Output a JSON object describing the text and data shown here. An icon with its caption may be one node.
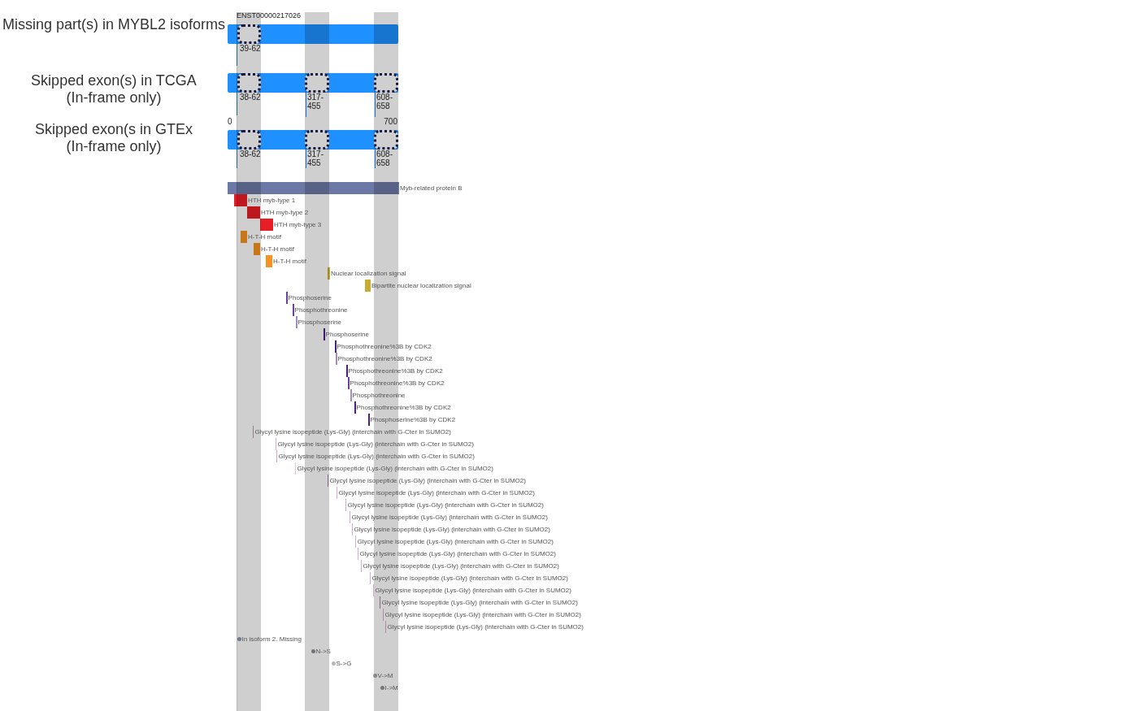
{
  "diagram": {
    "nodes": [
      {
        "text": [
          "Missing part(s) in MYBL2 isoforms"
        ]
      },
      {
        "text": [],
        "shape": "box",
        "in": 0,
        "beside": [
          "39-62"
        ]
      },
      {
        "text": [
          "Skipped exon(s) in TCGA (In-frame only)"
        ]
      },
      {
        "text": [],
        "shape": "box",
        "in": 2,
        "beside": [
          "38-62"
        ]
      },
      {
        "text": [],
        "shape": "box",
        "in": 2,
        "beside": [
          "317- 455"
        ]
      },
      {
        "text": [],
        "shape": "box",
        "in": 2,
        "beside": [
          "608- 658"
        ]
      },
      {
        "text": [
          "Skipped exon(s in GTEx (In-frame only)"
        ]
      },
      {
        "text": [],
        "shape": "box",
        "in": 6,
        "beside": [
          "38-62"
        ]
      },
      {
        "text": [],
        "shape": "box",
        "in": 6,
        "beside": [
          "317- 455"
        ]
      },
      {
        "text": [],
        "shape": "box",
        "in": 6,
        "beside": [
          "608- 658"
        ]
      },
      {
        "text": [],
        "shape": "bar",
        "beside": [
          "Myb-related protein B"
        ]
      },
      {
        "text": [],
        "shape": "bar",
        "beside": [
          "HTH myb-type 1"
        ]
      },
      {
        "text": [],
        "shape": "bar",
        "beside": [
          "HTH myb-type 2"
        ]
      },
      {
        "text": [],
        "shape": "bar",
        "beside": [
          "HTH myb-type 3"
        ]
      },
      {
        "text": [],
        "shape": "bar",
        "beside": [
          "H-T-H motif"
        ]
      },
      {
        "text": [],
        "shape": "bar",
        "beside": [
          "H-T-H motif"
        ]
      },
      {
        "text": [],
        "shape": "bar",
        "beside": [
          "H-T-H motif"
        ]
      },
      {
        "text": [],
        "shape": "bar",
        "beside": [
          "Nuclear localization signal"
        ]
      },
      {
        "text": [],
        "shape": "bar",
        "beside": [
          "Bipartite nuclear localization signal"
        ]
      },
      {
        "text": [],
        "shape": "bar",
        "beside": [
          "Phosphoserine"
        ]
      },
      {
        "text": [],
        "shape": "bar",
        "beside": [
          "Phosphothreonine"
        ]
      },
      {
        "text": [],
        "shape": "bar",
        "beside": [
          "Phosphoserine"
        ]
      },
      {
        "text": [],
        "shape": "bar",
        "beside": [
          "Phosphoserine"
        ]
      },
      {
        "text": [],
        "shape": "bar",
        "beside": [
          "Phosphothreonine%3B by CDK2"
        ]
      },
      {
        "text": [],
        "shape": "bar",
        "beside": [
          "Phosphothreonine%3B by CDK2"
        ]
      },
      {
        "text": [],
        "shape": "bar",
        "beside": [
          "Phosphothreonine%3B by CDK2"
        ]
      },
      {
        "text": [],
        "shape": "bar",
        "beside": [
          "Phosphothreonine%3B by CDK2"
        ]
      },
      {
        "text": [],
        "shape": "bar",
        "beside": [
          "Phosphothreonine"
        ]
      },
      {
        "text": [],
        "shape": "bar",
        "beside": [
          "Phosphothreonine%3B by CDK2"
        ]
      },
      {
        "text": [],
        "shape": "bar",
        "beside": [
          "Phosphoserine%3B by CDK2"
        ]
      },
      {
        "text": [],
        "shape": "bar",
        "beside": [
          "Glycyl lysine isopeptide (Lys-Gly) (interchain with G-Cter in SUMO2)"
        ]
      },
      {
        "text": [],
        "shape": "bar",
        "beside": [
          "Glycyl lysine isopeptide (Lys-Gly) (interchain with G-Cter in SUMO2)"
        ]
      },
      {
        "text": [],
        "shape": "bar",
        "beside": [
          "Glycyl lysine isopeptide (Lys-Gly) (interchain with G-Cter in SUMO2)"
        ]
      },
      {
        "text": [],
        "shape": "bar",
        "beside": [
          "Glycyl lysine isopeptide (Lys-Gly) (interchain with G-Cter in SUMO2)"
        ]
      },
      {
        "text": [],
        "shape": "bar",
        "beside": [
          "Glycyl lysine isopeptide (Lys-Gly) (interchain with G-Cter in SUMO2)"
        ]
      },
      {
        "text": [],
        "shape": "bar",
        "beside": [
          "Glycyl lysine isopeptide (Lys-Gly) (interchain with G-Cter in SUMO2)"
        ]
      },
      {
        "text": [],
        "shape": "bar",
        "beside": [
          "Glycyl lysine isopeptide (Lys-Gly) (interchain with G-Cter in SUMO2)"
        ]
      },
      {
        "text": [],
        "shape": "bar",
        "beside": [
          "Glycyl lysine isopeptide (Lys-Gly) (interchain with G-Cter in SUMO2)"
        ]
      },
      {
        "text": [],
        "shape": "bar",
        "beside": [
          "Glycyl lysine isopeptide (Lys-Gly) (interchain with G-Cter in SUMO2)"
        ]
      },
      {
        "text": [],
        "shape": "bar",
        "beside": [
          "Glycyl lysine isopeptide (Lys-Gly) (interchain with G-Cter in SUMO2)"
        ]
      },
      {
        "text": [],
        "shape": "bar",
        "beside": [
          "Glycyl lysine isopeptide (Lys-Gly) (interchain with G-Cter in SUMO2)"
        ]
      },
      {
        "text": [],
        "shape": "bar",
        "beside": [
          "Glycyl lysine isopeptide (Lys-Gly) (interchain with G-Cter in SUMO2)"
        ]
      },
      {
        "text": [],
        "shape": "bar",
        "beside": [
          "Glycyl lysine isopeptide (Lys-Gly) (interchain with G-Cter in SUMO2)"
        ]
      },
      {
        "text": [],
        "shape": "bar",
        "beside": [
          "Glycyl lysine isopeptide (Lys-Gly) (interchain with G-Cter in SUMO2)"
        ]
      },
      {
        "text": [],
        "shape": "bar",
        "beside": [
          "Glycyl lysine isopeptide (Lys-Gly) (interchain with G-Cter in SUMO2)"
        ]
      },
      {
        "text": [],
        "shape": "bar",
        "beside": [
          "Glycyl lysine isopeptide (Lys-Gly) (interchain with G-Cter in SUMO2)"
        ]
      },
      {
        "text": [],
        "shape": "bar",
        "beside": [
          "Glycyl lysine isopeptide (Lys-Gly) (interchain with G-Cter in SUMO2)"
        ]
      },
      {
        "text": [],
        "shape": "circle",
        "beside": [
          "In isoform 2. Missing"
        ]
      },
      {
        "text": [],
        "shape": "circle",
        "beside": [
          "N->S"
        ]
      },
      {
        "text": [],
        "shape": "circle",
        "beside": [
          "S->G"
        ]
      },
      {
        "text": [],
        "shape": "circle",
        "beside": [
          "V->M"
        ]
      },
      {
        "text": [],
        "shape": "circle",
        "beside": [
          "I->M"
        ]
      }
    ],
    "labels": [
      "ENST00000217026",
      "0",
      "700"
    ]
  }
}
